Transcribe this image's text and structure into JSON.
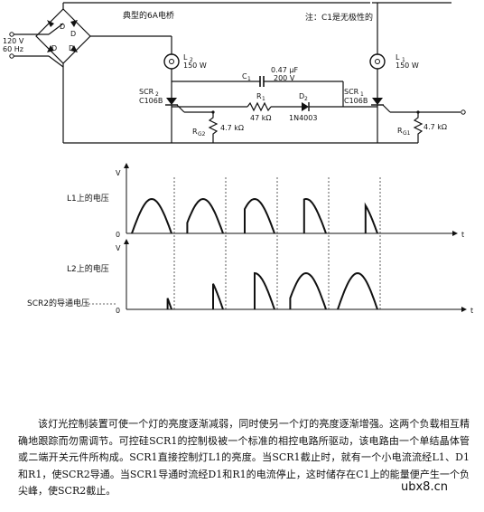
{
  "circuit": {
    "header": "典型的6A电桥",
    "note": "注：C1是无极性的",
    "source": [
      "120 V",
      "60 Hz"
    ],
    "bridge_diodes": [
      "D",
      "D",
      "D",
      "D"
    ],
    "lamp_left": {
      "name": "L",
      "sub": "2",
      "rating": "150 W"
    },
    "lamp_right": {
      "name": "L",
      "sub": "1",
      "rating": "150 W"
    },
    "capacitor": {
      "name": "C",
      "sub": "1",
      "value": "0.47 μF",
      "voltage": "200 V"
    },
    "resistor": {
      "name": "R",
      "sub": "1",
      "value": "47 kΩ"
    },
    "diode": {
      "name": "D",
      "sub": "2",
      "part": "1N4003"
    },
    "scr_left": {
      "name": "SCR",
      "sub": "2",
      "part": "C106B"
    },
    "scr_right": {
      "name": "SCR",
      "sub": "1",
      "part": "C106B"
    },
    "rg_left": {
      "name": "R",
      "sub": "G2",
      "value": "4.7 kΩ"
    },
    "rg_right": {
      "name": "R",
      "sub": "G1",
      "value": "4.7 kΩ"
    }
  },
  "waveforms": {
    "axis_y": "V",
    "axis_x": "t",
    "origin": "0",
    "label_l1": "L1上的电压",
    "label_l2": "L2上的电压",
    "label_scr2": "SCR2的导通电压"
  },
  "chart_data": [
    {
      "type": "line",
      "title": "L1上的电压",
      "xlabel": "t",
      "ylabel": "V",
      "grid": false,
      "series": [
        {
          "cycle": 1,
          "conduction_fraction": 1.0
        },
        {
          "cycle": 2,
          "conduction_fraction": 0.9
        },
        {
          "cycle": 3,
          "conduction_fraction": 0.75
        },
        {
          "cycle": 4,
          "conduction_fraction": 0.55
        },
        {
          "cycle": 5,
          "conduction_fraction": 0.3
        }
      ]
    },
    {
      "type": "line",
      "title": "L2上的电压",
      "xlabel": "t",
      "ylabel": "V",
      "grid": false,
      "series": [
        {
          "cycle": 1,
          "conduction_fraction": 0.1
        },
        {
          "cycle": 2,
          "conduction_fraction": 0.25
        },
        {
          "cycle": 3,
          "conduction_fraction": 0.5
        },
        {
          "cycle": 4,
          "conduction_fraction": 0.9
        },
        {
          "cycle": 5,
          "conduction_fraction": 1.0
        }
      ]
    }
  ],
  "caption": "该灯光控制装置可使一个灯的亮度逐渐减弱，同时使另一个灯的亮度逐渐增强。这两个负载相互精确地跟踪而勿需调节。可控硅SCR1的控制极被一个标准的相控电路所驱动，该电路由一个单结晶体管或二端开关元件所构成。SCR1直接控制灯L1的亮度。当SCR1截止时，就有一个小电流流经L1、D1和R1，使SCR2导通。当SCR1导通时流经D1和R1的电流停止，这时储存在C1上的能量便产生一个负尖峰，使SCR2截止。",
  "watermark": "ubx8.cn"
}
